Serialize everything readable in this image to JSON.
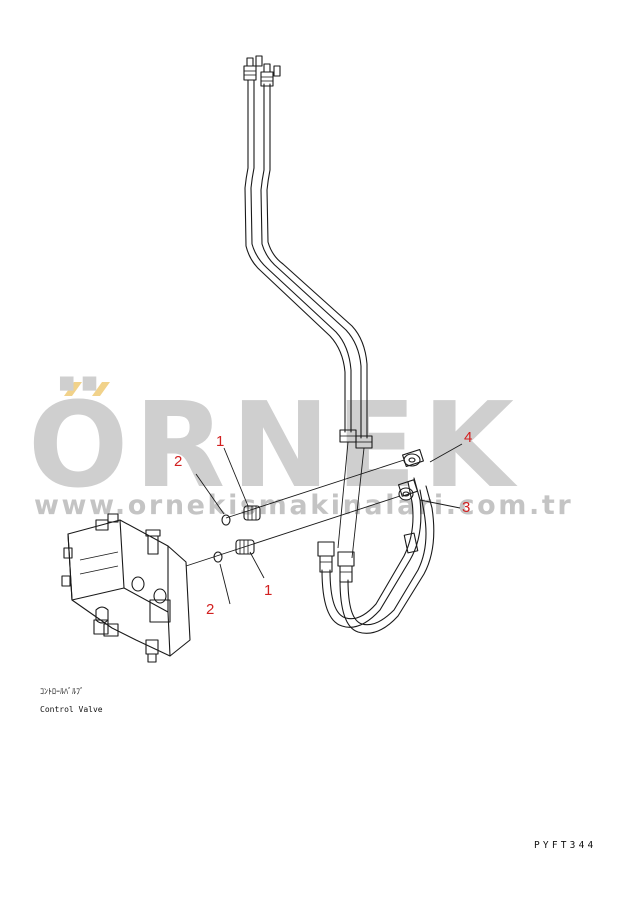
{
  "watermark": {
    "brand": "ÖRNEK",
    "url": "www.ornekismakinalari.com.tr",
    "text_color": "#cfcfcf",
    "accent_color": "#f1d28a"
  },
  "callouts": {
    "c1_top": "1",
    "c1_bottom": "1",
    "c2_top": "2",
    "c2_bottom": "2",
    "c3": "3",
    "c4": "4",
    "color": "#d22020"
  },
  "captions": {
    "jp_label": "ｺﾝﾄﾛｰﾙﾊﾞﾙﾌﾞ",
    "en_label": "Control Valve",
    "drawing_code": "PYFT344"
  },
  "icons": [
    "control-valve-icon",
    "hydraulic-tube-icon",
    "hose-icon",
    "fitting-icon",
    "o-ring-icon",
    "elbow-icon"
  ]
}
